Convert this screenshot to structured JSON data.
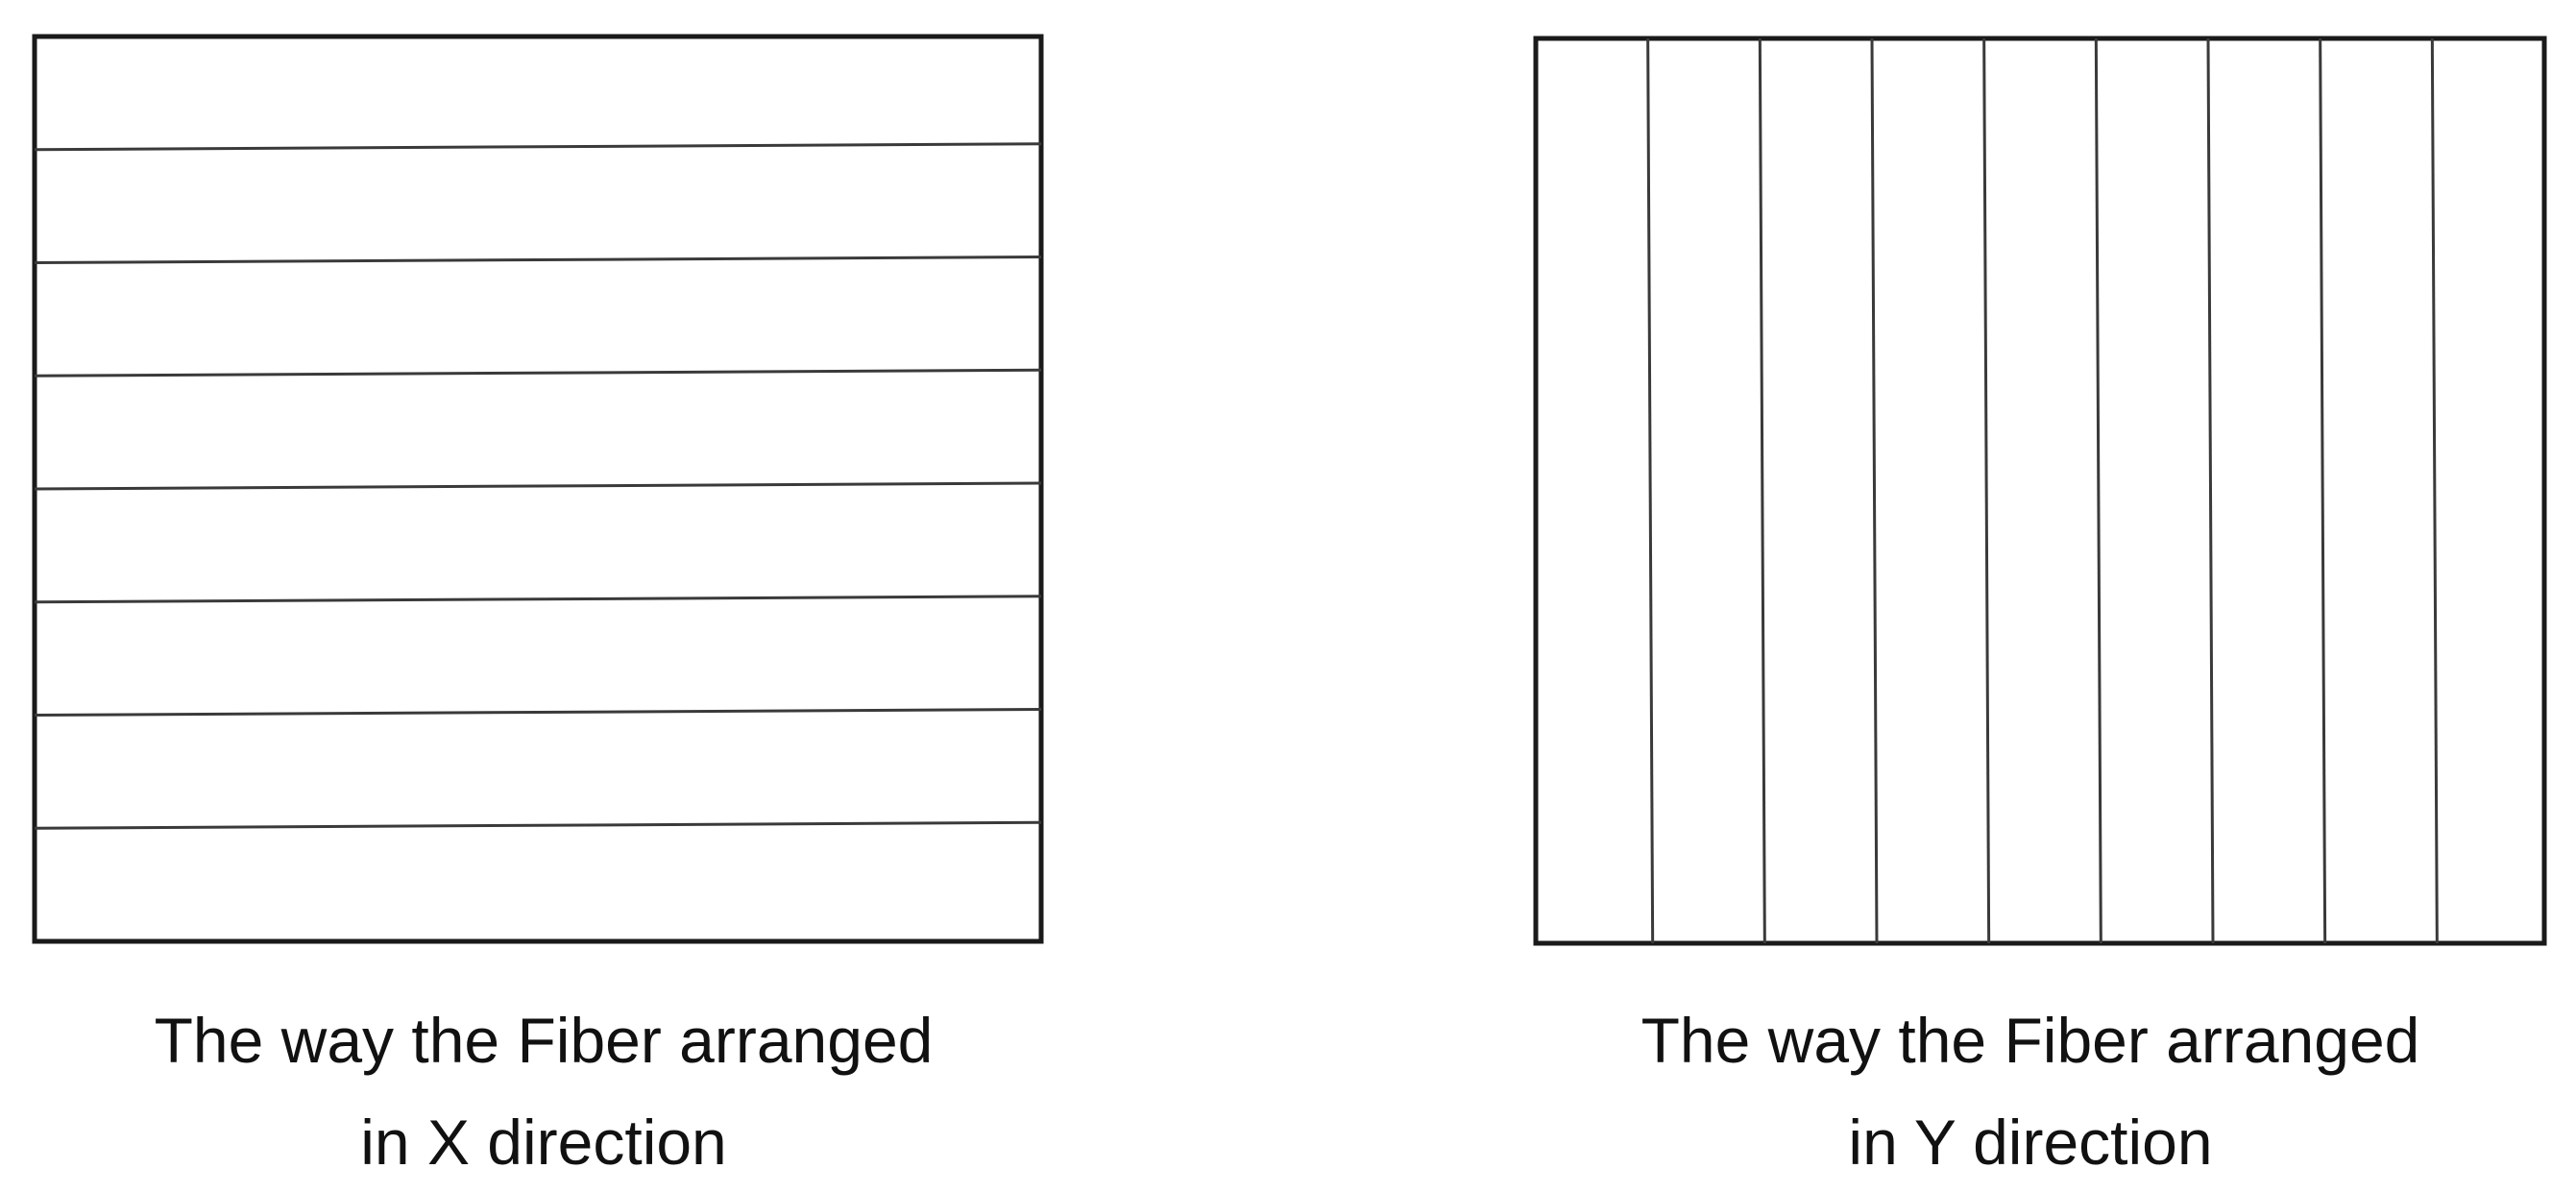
{
  "panels": [
    {
      "id": "x-direction",
      "fiber_orientation": "horizontal",
      "fiber_line_count": 7,
      "caption_lines": [
        "The way the Fiber arranged",
        "in X direction"
      ]
    },
    {
      "id": "y-direction",
      "fiber_orientation": "vertical",
      "fiber_line_count": 8,
      "caption_lines": [
        "The way the Fiber arranged",
        "in Y direction"
      ]
    }
  ],
  "colors": {
    "background": "#ffffff",
    "frame": "#1a1a1a",
    "fiber": "#3a3a3a",
    "text": "#111111"
  }
}
